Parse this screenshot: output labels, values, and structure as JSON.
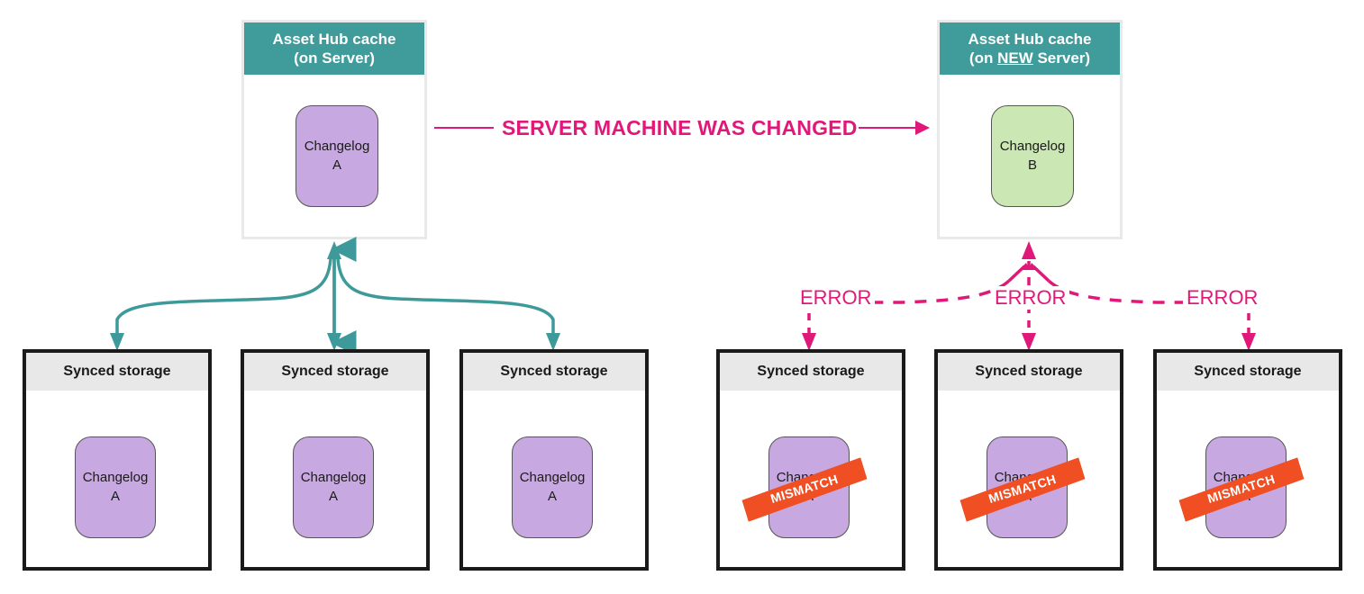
{
  "diagram": {
    "title_text": "SERVER MACHINE WAS CHANGED",
    "colors": {
      "teal": "#409b9b",
      "pink": "#e0187a",
      "orange": "#f04e23",
      "purple": "#c8a8e0",
      "green": "#cbe7b4",
      "storage_header": "#e8e8e8",
      "storage_border": "#1a1a1a",
      "cache_border": "#e9e9e9"
    },
    "caches": [
      {
        "id": "cache-old",
        "header_line1": "Asset Hub cache",
        "header_line2_pre": "(on ",
        "header_line2_em": "",
        "header_line2_post": "Server)",
        "chip": {
          "line1": "Changelog",
          "line2": "A",
          "color_name": "purple"
        }
      },
      {
        "id": "cache-new",
        "header_line1": "Asset Hub cache",
        "header_line2_pre": "(on ",
        "header_line2_em": "NEW",
        "header_line2_post": " Server)",
        "chip": {
          "line1": "Changelog",
          "line2": "B",
          "color_name": "green"
        }
      }
    ],
    "storages": [
      {
        "id": "storage-1",
        "header": "Synced storage",
        "chip": {
          "line1": "Changelog",
          "line2": "A"
        },
        "badge": null,
        "group": "left"
      },
      {
        "id": "storage-2",
        "header": "Synced storage",
        "chip": {
          "line1": "Changelog",
          "line2": "A"
        },
        "badge": null,
        "group": "left"
      },
      {
        "id": "storage-3",
        "header": "Synced storage",
        "chip": {
          "line1": "Changelog",
          "line2": "A"
        },
        "badge": null,
        "group": "left"
      },
      {
        "id": "storage-4",
        "header": "Synced storage",
        "chip": {
          "line1": "Changelog",
          "line2": "A"
        },
        "badge": "MISMATCH",
        "group": "right"
      },
      {
        "id": "storage-5",
        "header": "Synced storage",
        "chip": {
          "line1": "Changelog",
          "line2": "A"
        },
        "badge": "MISMATCH",
        "group": "right"
      },
      {
        "id": "storage-6",
        "header": "Synced storage",
        "chip": {
          "line1": "Changelog",
          "line2": "A"
        },
        "badge": "MISMATCH",
        "group": "right"
      }
    ],
    "error_labels": [
      "ERROR",
      "ERROR",
      "ERROR"
    ]
  }
}
